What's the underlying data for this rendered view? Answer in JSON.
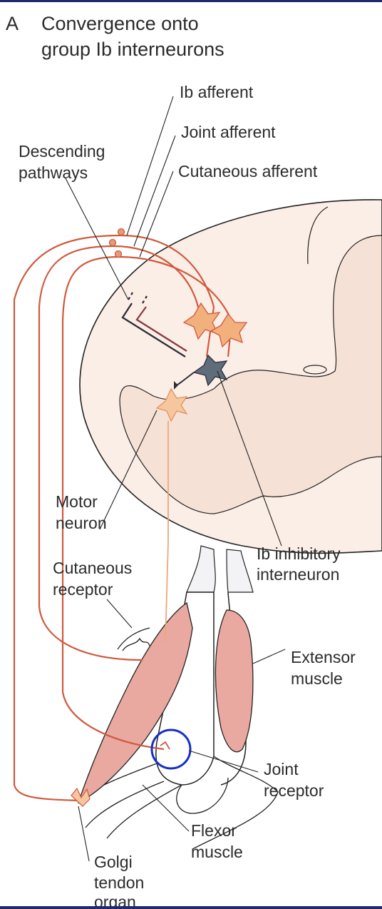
{
  "panel": {
    "letter": "A",
    "title_line1": "Convergence onto",
    "title_line2": "group Ib interneurons"
  },
  "labels": {
    "ib_afferent": "Ib afferent",
    "joint_afferent": "Joint afferent",
    "cutaneous_afferent": "Cutaneous afferent",
    "descending_line1": "Descending",
    "descending_line2": "pathways",
    "motor_line1": "Motor",
    "motor_line2": "neuron",
    "ib_inhib_line1": "Ib inhibitory",
    "ib_inhib_line2": "interneuron",
    "cutaneous_rec_line1": "Cutaneous",
    "cutaneous_rec_line2": "receptor",
    "extensor_line1": "Extensor",
    "extensor_line2": "muscle",
    "joint_rec_line1": "Joint",
    "joint_rec_line2": "receptor",
    "flexor_line1": "Flexor",
    "flexor_line2": "muscle",
    "golgi_line1": "Golgi",
    "golgi_line2": "tendon",
    "golgi_line3": "organ"
  },
  "colors": {
    "afferent": "#cf5a3e",
    "motor_axon": "#eda878",
    "cord_fill": "#fbeee6",
    "muscle_fill": "#e9a8a0",
    "interneuron": "#5e6d7a",
    "descending": "#2d2d3a",
    "highlight_circle": "#1530c8",
    "frame": "#1f2a6e"
  }
}
